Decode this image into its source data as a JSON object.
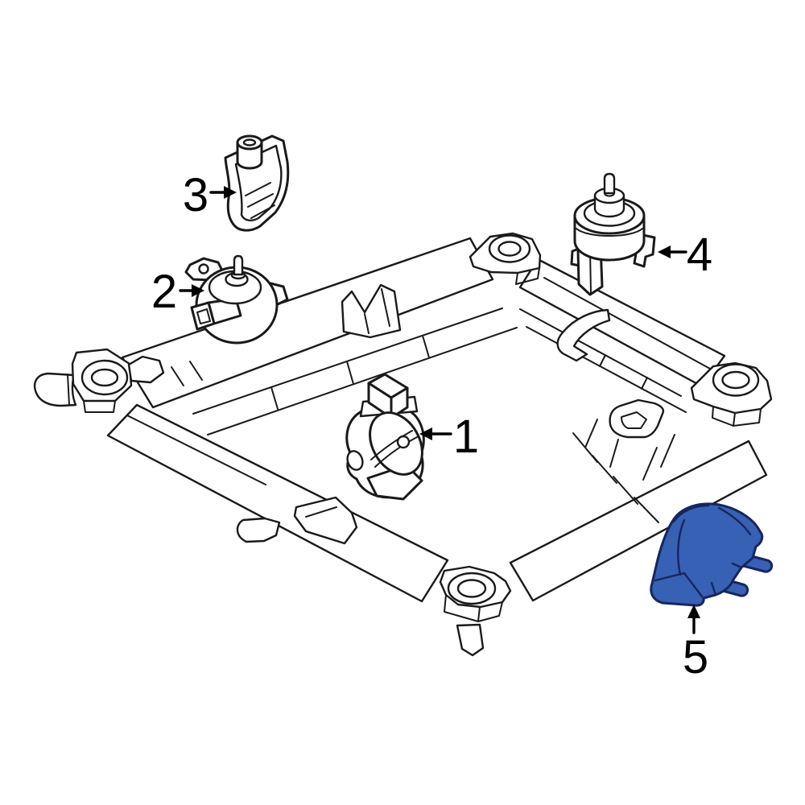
{
  "diagram": {
    "background": "#ffffff",
    "stroke_color": "#1a1a1a",
    "highlight": {
      "fill": "#3661b4",
      "stroke": "#17265e"
    },
    "callouts": {
      "c1": {
        "label": "1"
      },
      "c2": {
        "label": "2"
      },
      "c3": {
        "label": "3"
      },
      "c4": {
        "label": "4"
      },
      "c5": {
        "label": "5"
      }
    }
  }
}
